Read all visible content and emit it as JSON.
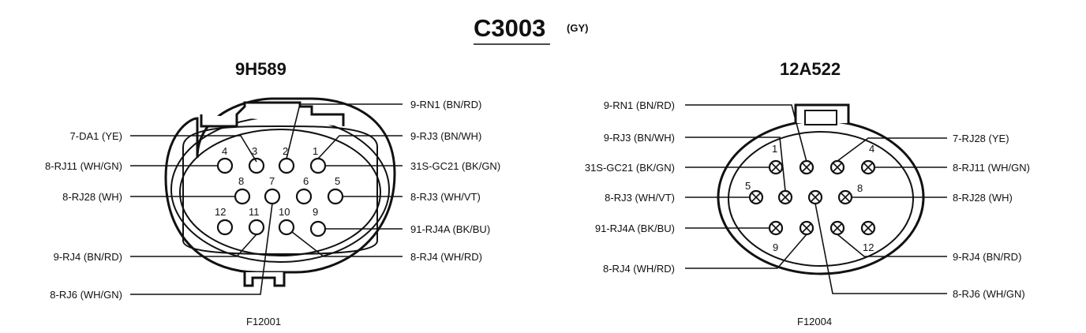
{
  "title": {
    "connector": "C3003",
    "color_code": "(GY)"
  },
  "left": {
    "part": "9H589",
    "figure": "F12001",
    "pin_numbers": [
      "1",
      "2",
      "3",
      "4",
      "5",
      "6",
      "7",
      "8",
      "9",
      "10",
      "11",
      "12"
    ],
    "left_labels": [
      "7-DA1 (YE)",
      "8-RJ11 (WH/GN)",
      "8-RJ28 (WH)",
      "9-RJ4 (BN/RD)",
      "8-RJ6 (WH/GN)"
    ],
    "right_labels": [
      "9-RN1 (BN/RD)",
      "9-RJ3 (BN/WH)",
      "31S-GC21 (BK/GN)",
      "8-RJ3 (WH/VT)",
      "91-RJ4A (BK/BU)",
      "8-RJ4 (WH/RD)"
    ]
  },
  "right": {
    "part": "12A522",
    "figure": "F12004",
    "pin_numbers": [
      "1",
      "4",
      "5",
      "8",
      "9",
      "12"
    ],
    "left_labels": [
      "9-RN1 (BN/RD)",
      "9-RJ3 (BN/WH)",
      "31S-GC21 (BK/GN)",
      "8-RJ3 (WH/VT)",
      "91-RJ4A (BK/BU)",
      "8-RJ4 (WH/RD)"
    ],
    "right_labels": [
      "7-RJ28 (YE)",
      "8-RJ11 (WH/GN)",
      "8-RJ28 (WH)",
      "9-RJ4 (BN/RD)",
      "8-RJ6 (WH/GN)"
    ]
  }
}
